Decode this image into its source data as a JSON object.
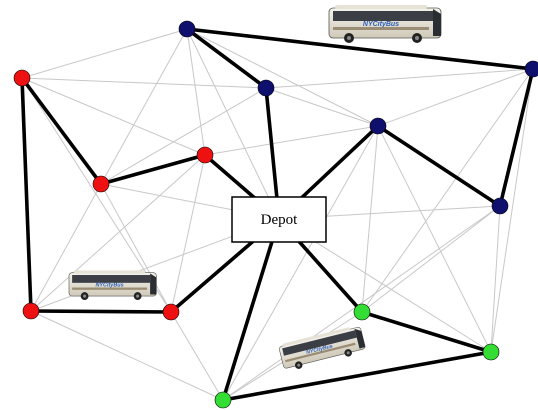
{
  "depot": {
    "label": "Depot"
  },
  "colors": {
    "blue_route": "#0f0f6e",
    "red_route": "#ee1111",
    "green_route": "#33dd33",
    "route_edge": "#000000",
    "candidate_edge": "#c8c8c8"
  },
  "bus_label": "NYCityBus",
  "node_groups": [
    "blue",
    "red",
    "green"
  ],
  "icons": [
    "bus-icon",
    "bus-icon",
    "bus-icon"
  ]
}
